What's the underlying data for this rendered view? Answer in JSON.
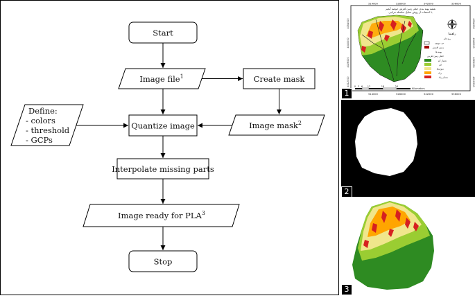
{
  "flowchart": {
    "start": "Start",
    "image_file": "Image file",
    "image_file_sup": "1",
    "create_mask": "Create mask",
    "define_title": "Define:",
    "define_items": [
      "- colors",
      "- threshold",
      "- GCPs"
    ],
    "quantize": "Quantize image",
    "image_mask": "Image mask",
    "image_mask_sup": "2",
    "interpolate": "Interpolate missing parts",
    "ready": "Image ready for PLA",
    "ready_sup": "3",
    "stop": "Stop"
  },
  "panels": {
    "panel1_number": "1",
    "panel2_number": "2",
    "panel3_number": "3"
  },
  "map": {
    "title_line1": "نقشه پهنه بندی خطر زمین لغزش حوضه آبخیز",
    "title_line2": "با استفاده از روش تحلیل سلسله مراتبی",
    "top_ticks": [
      "514000",
      "528000",
      "542000",
      "556000"
    ],
    "bottom_ticks": [
      "514000",
      "528000",
      "542000",
      "556000"
    ],
    "left_ticks": [
      "4054000",
      "4040000",
      "4026000",
      "4012000"
    ],
    "right_ticks": [
      "4054000",
      "4040000",
      "4026000",
      "4012000"
    ],
    "legend_title": "راهنما",
    "legend_items": [
      "رودخانه",
      "حد حوضه",
      "زمین لغزش",
      "پهنه ها",
      "خطر زمین لغزش",
      "بسیار کم",
      "کم",
      "متوسط",
      "زیاد",
      "بسیار زیاد"
    ],
    "scale_labels": [
      "0",
      "3",
      "6",
      "12",
      "18",
      "24"
    ],
    "scale_unit": "Kilometers",
    "colors": {
      "very_low": "#2e8b22",
      "low": "#9acd32",
      "moderate": "#f0e68c",
      "high": "#ffa500",
      "very_high": "#d62020",
      "mask_fill": "#ffffff",
      "mask_bg": "#000000"
    }
  }
}
